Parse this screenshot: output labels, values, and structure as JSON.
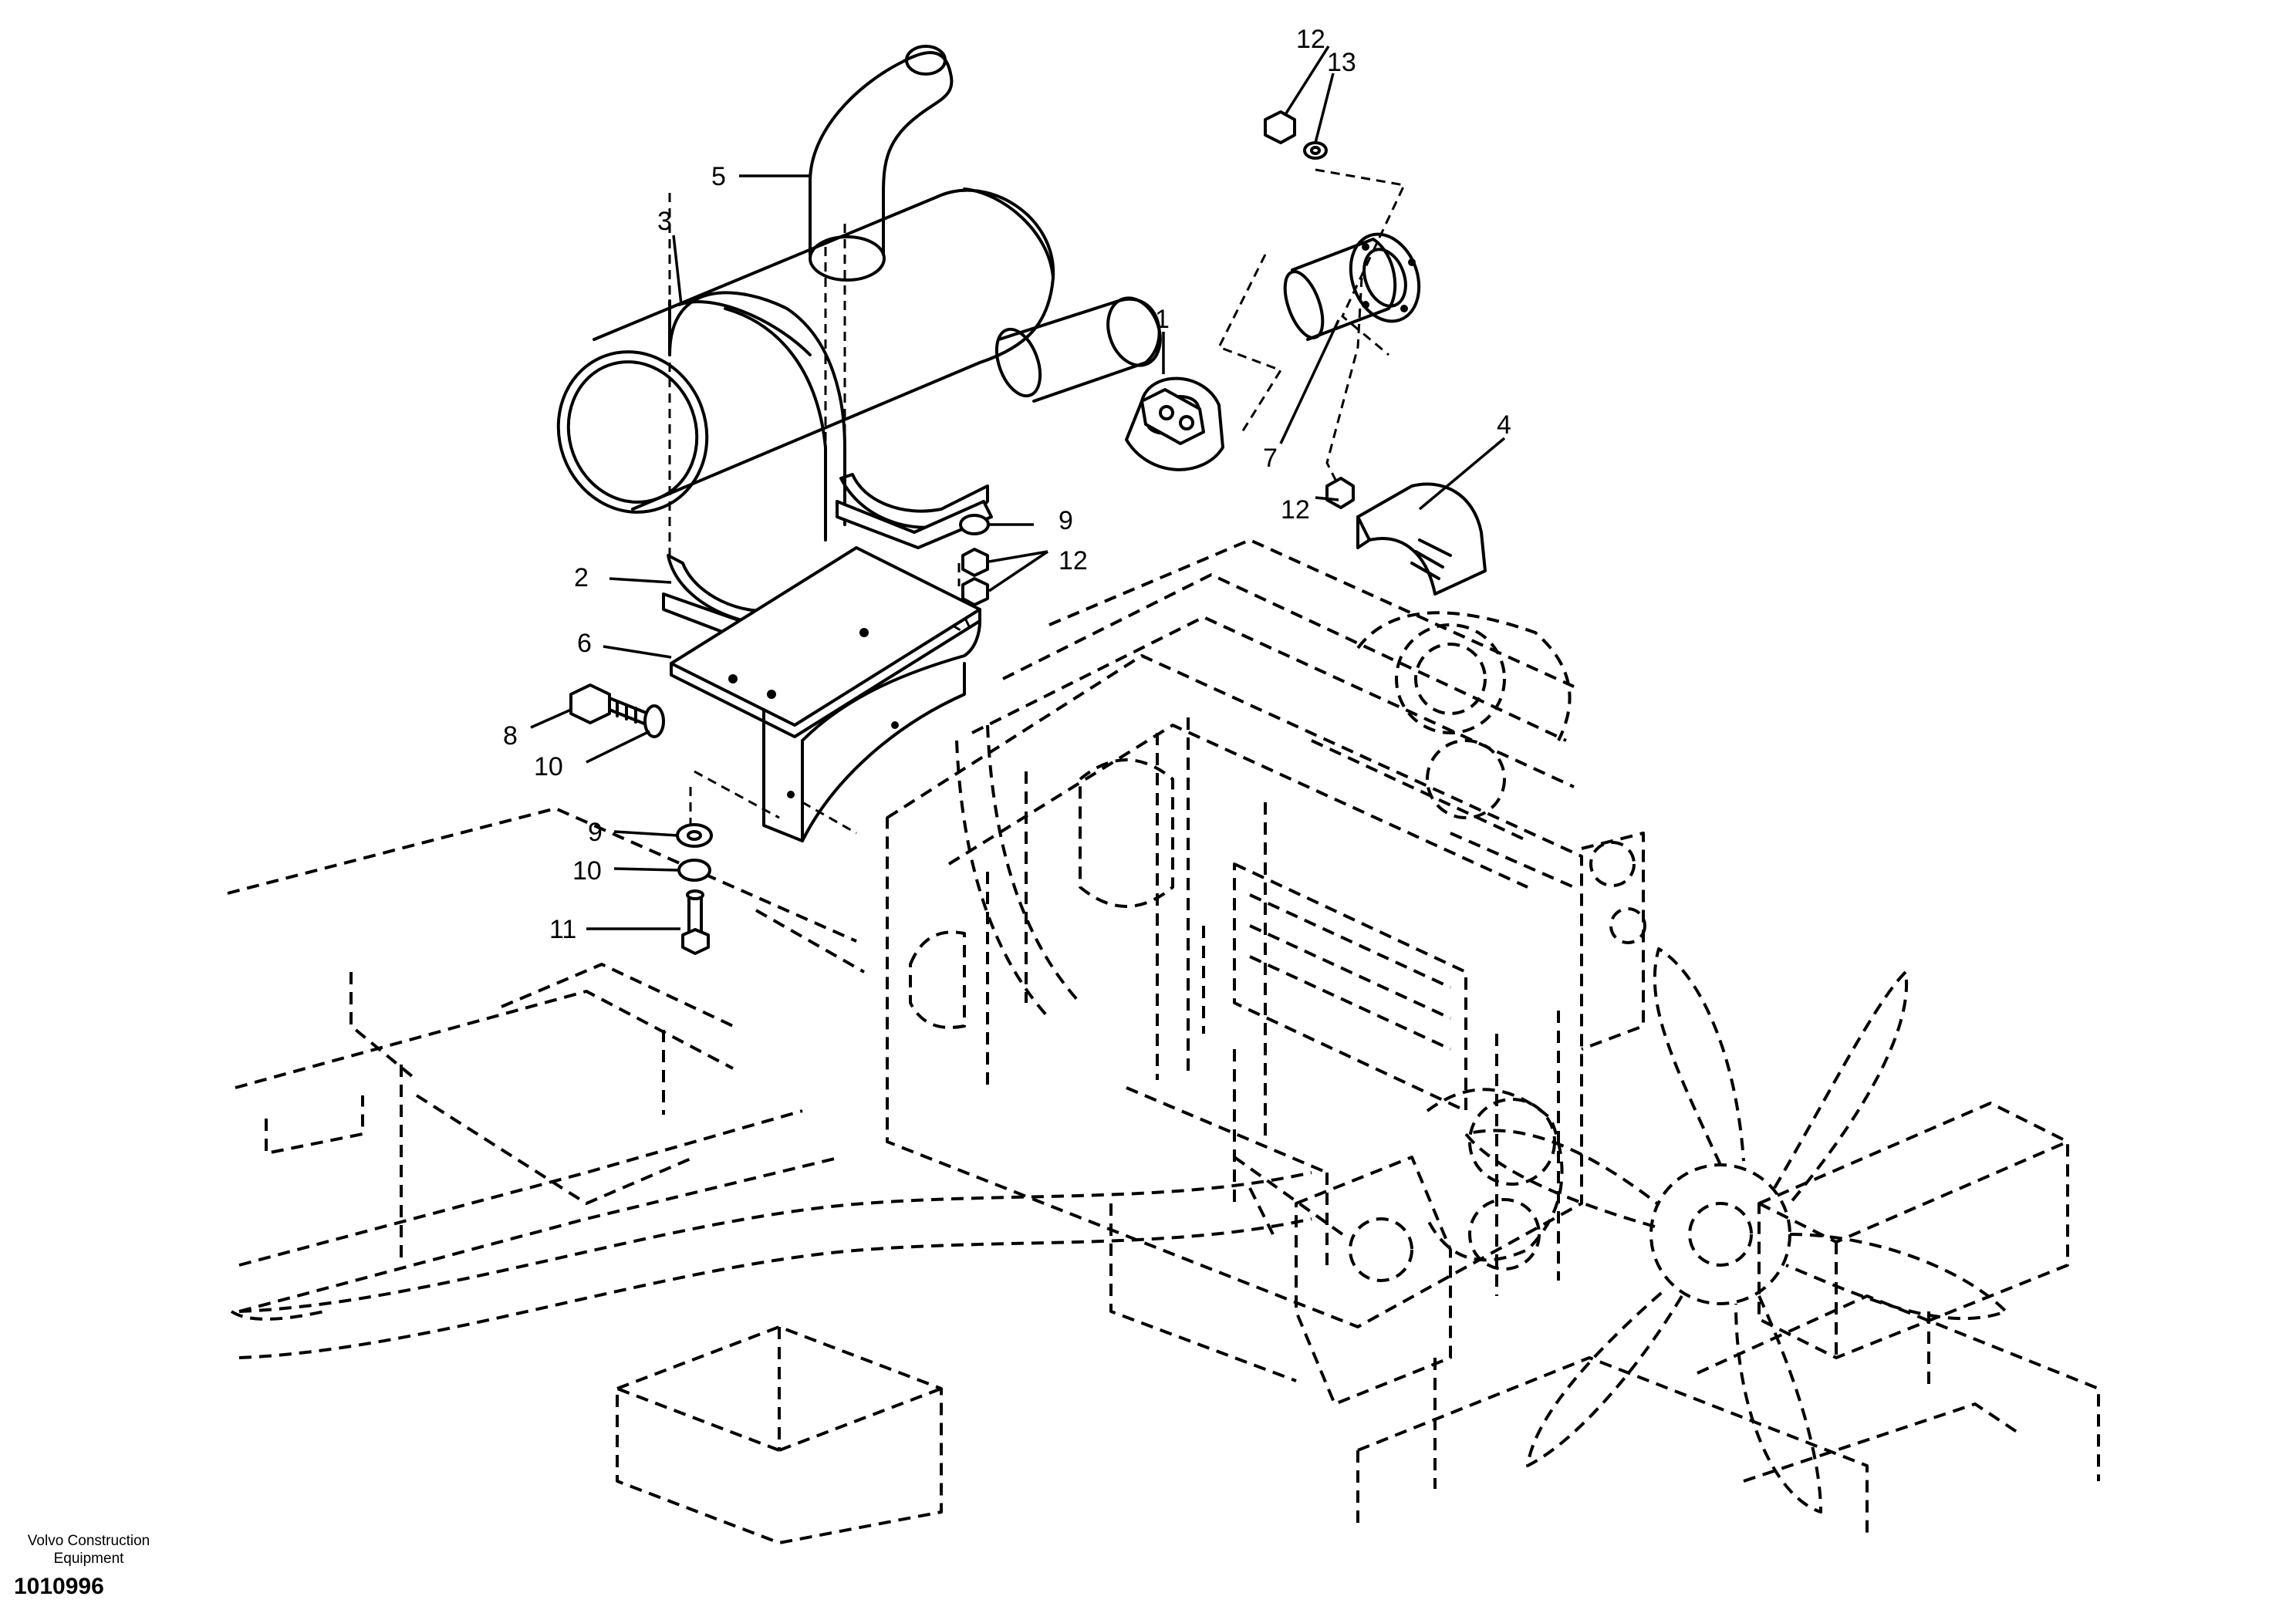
{
  "callouts": {
    "c1": "1",
    "c2": "2",
    "c3": "3",
    "c4": "4",
    "c5": "5",
    "c6": "6",
    "c7": "7",
    "c8": "8",
    "c9a": "9",
    "c9b": "9",
    "c10a": "10",
    "c10b": "10",
    "c11": "11",
    "c12a": "12",
    "c12b": "12",
    "c12c": "12",
    "c13": "13"
  },
  "footer": {
    "company_line1": "Volvo Construction",
    "company_line2": "Equipment",
    "drawing_number": "1010996"
  }
}
